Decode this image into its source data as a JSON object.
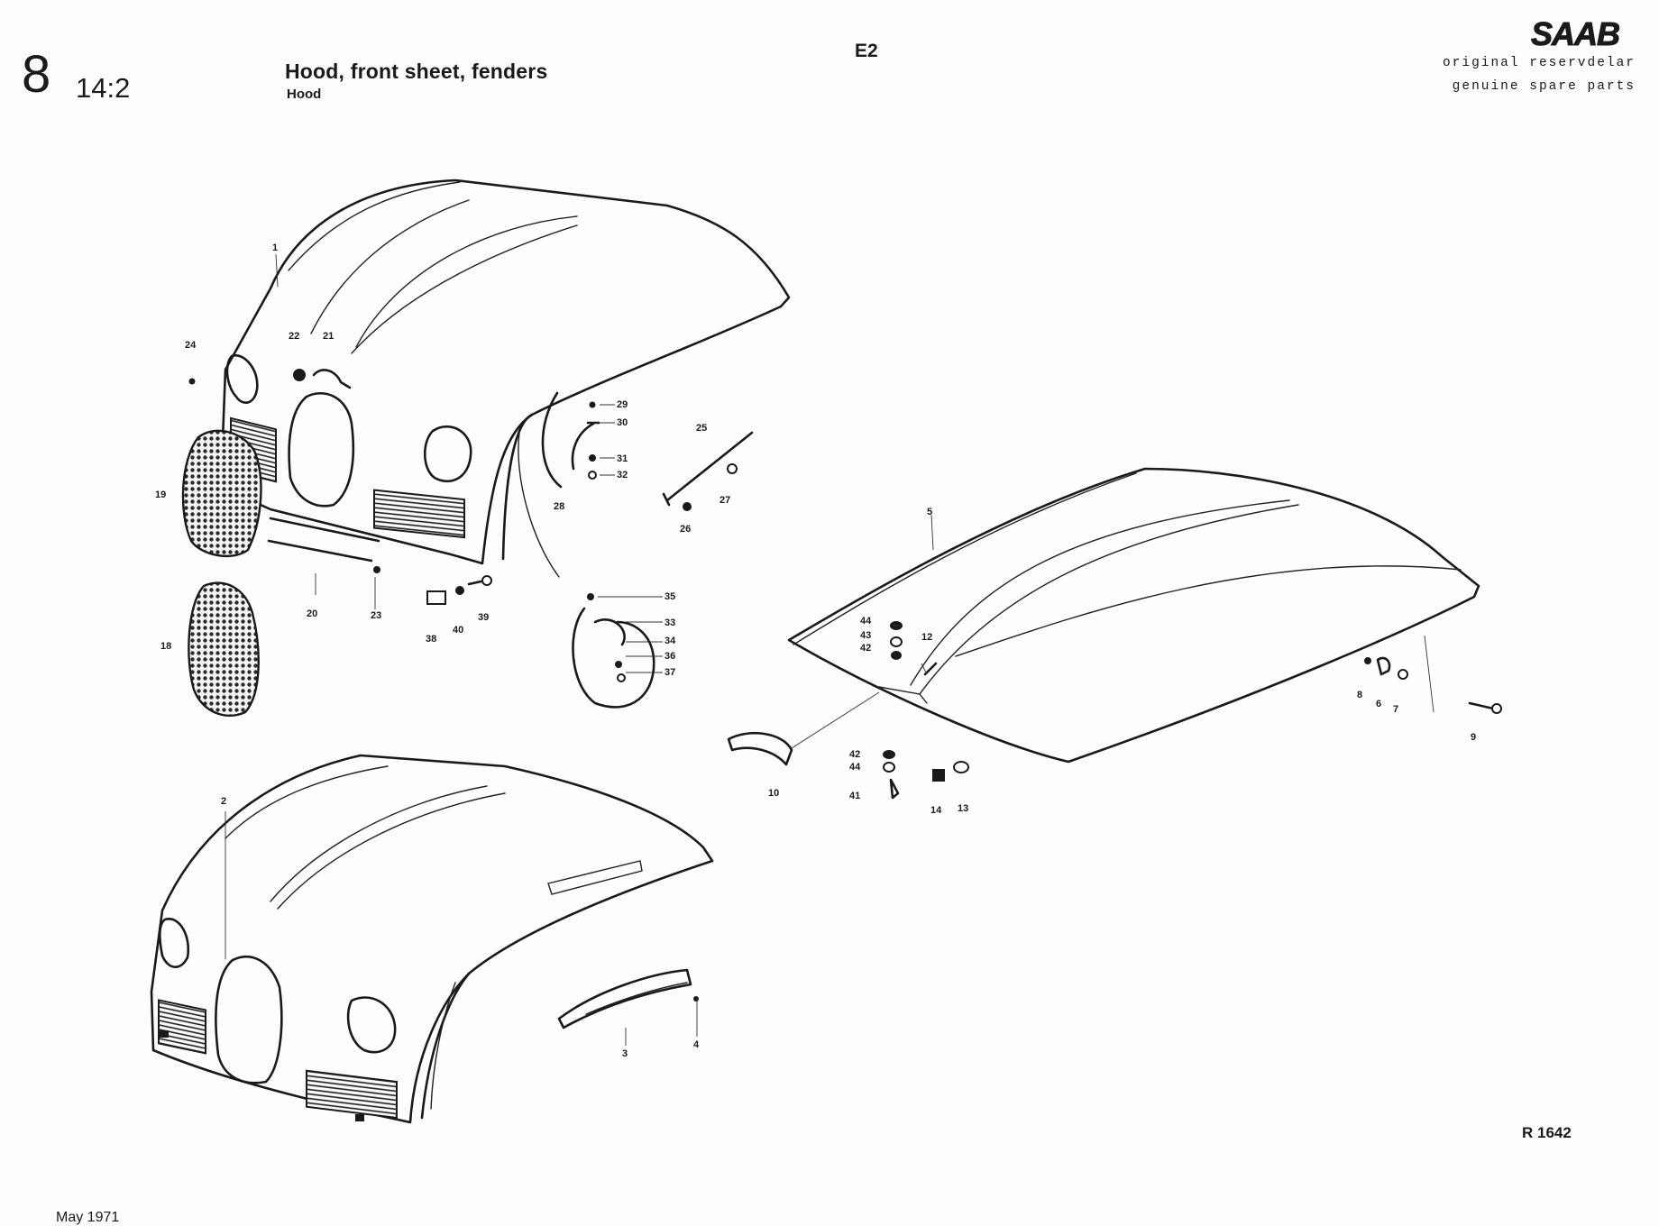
{
  "header": {
    "section_number": "8",
    "page_ref": "14:2",
    "title": "Hood, front sheet, fenders",
    "subtitle": "Hood",
    "page_code": "E2"
  },
  "brand": {
    "logo_text": "SAAB",
    "line1": "original reservdelar",
    "line2": "genuine spare parts"
  },
  "footer": {
    "ref_code": "R 1642",
    "date": "May 1971"
  },
  "callouts": [
    "1",
    "2",
    "3",
    "4",
    "5",
    "6",
    "7",
    "8",
    "9",
    "10",
    "12",
    "13",
    "14",
    "18",
    "19",
    "20",
    "21",
    "22",
    "23",
    "24",
    "25",
    "26",
    "27",
    "28",
    "29",
    "30",
    "31",
    "32",
    "33",
    "34",
    "35",
    "36",
    "37",
    "38",
    "39",
    "40",
    "41",
    "42",
    "43",
    "44"
  ]
}
